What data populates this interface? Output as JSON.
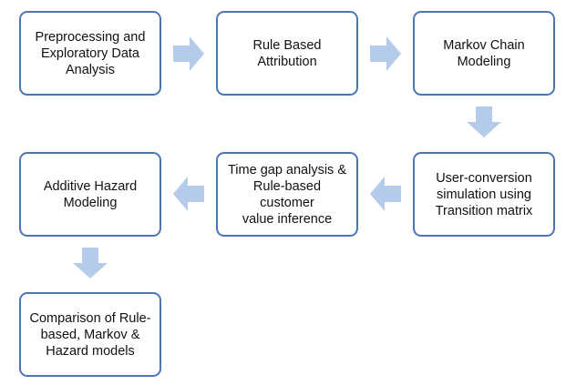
{
  "colors": {
    "box_border": "#4a76b8",
    "arrow_fill": "#b4cbe9",
    "text": "#111111",
    "background": "#ffffff"
  },
  "flowchart": {
    "steps": [
      {
        "id": "preprocessing",
        "label": "Preprocessing and\nExploratory Data\nAnalysis"
      },
      {
        "id": "rule-based-attribution",
        "label": "Rule Based\nAttribution"
      },
      {
        "id": "markov-chain-modeling",
        "label": "Markov Chain\nModeling"
      },
      {
        "id": "user-conversion-simulation",
        "label": "User-conversion\nsimulation using\nTransition matrix"
      },
      {
        "id": "time-gap-analysis",
        "label": "Time gap analysis &\nRule-based customer\nvalue inference"
      },
      {
        "id": "additive-hazard-modeling",
        "label": "Additive Hazard\nModeling"
      },
      {
        "id": "comparison",
        "label": "Comparison of Rule-\nbased, Markov &\nHazard models"
      }
    ],
    "connections": [
      {
        "from": "preprocessing",
        "to": "rule-based-attribution",
        "direction": "right"
      },
      {
        "from": "rule-based-attribution",
        "to": "markov-chain-modeling",
        "direction": "right"
      },
      {
        "from": "markov-chain-modeling",
        "to": "user-conversion-simulation",
        "direction": "down"
      },
      {
        "from": "user-conversion-simulation",
        "to": "time-gap-analysis",
        "direction": "left"
      },
      {
        "from": "time-gap-analysis",
        "to": "additive-hazard-modeling",
        "direction": "left"
      },
      {
        "from": "additive-hazard-modeling",
        "to": "comparison",
        "direction": "down"
      }
    ]
  }
}
